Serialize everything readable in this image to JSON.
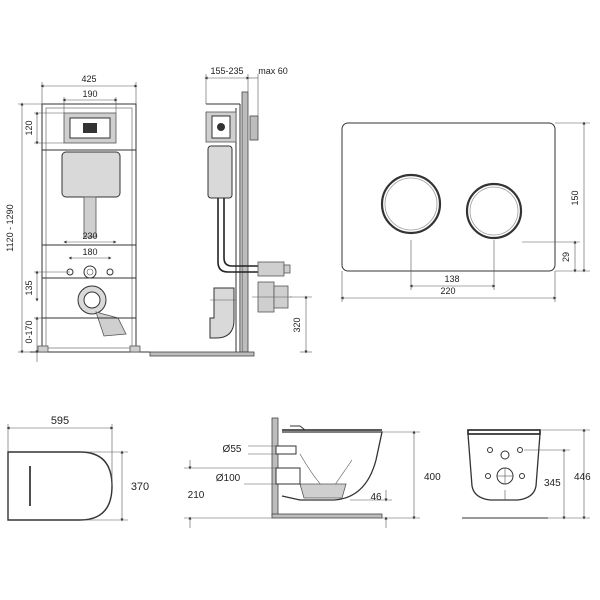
{
  "frame_front": {
    "width": "425",
    "plate_width": "190",
    "height_range": "1120 - 1290",
    "plate_offset": "120",
    "bolt_spacing": "230",
    "inlet_spacing": "180",
    "outlet_height": "135",
    "floor_adjust": "0-170"
  },
  "frame_side": {
    "depth_range": "155-235",
    "wall_max": "max 60",
    "pipe_height": "320"
  },
  "flush_plate": {
    "height": "150",
    "width": "220",
    "button_spacing": "138",
    "button_offset": "29"
  },
  "bowl_top": {
    "length": "595",
    "width": "370"
  },
  "bowl_side": {
    "inlet_diameter": "Ø55",
    "outlet_diameter": "Ø100",
    "outlet_height": "210",
    "height": "400",
    "rim_offset": "46"
  },
  "bowl_rear": {
    "total_height": "446",
    "fixing_height": "345"
  }
}
